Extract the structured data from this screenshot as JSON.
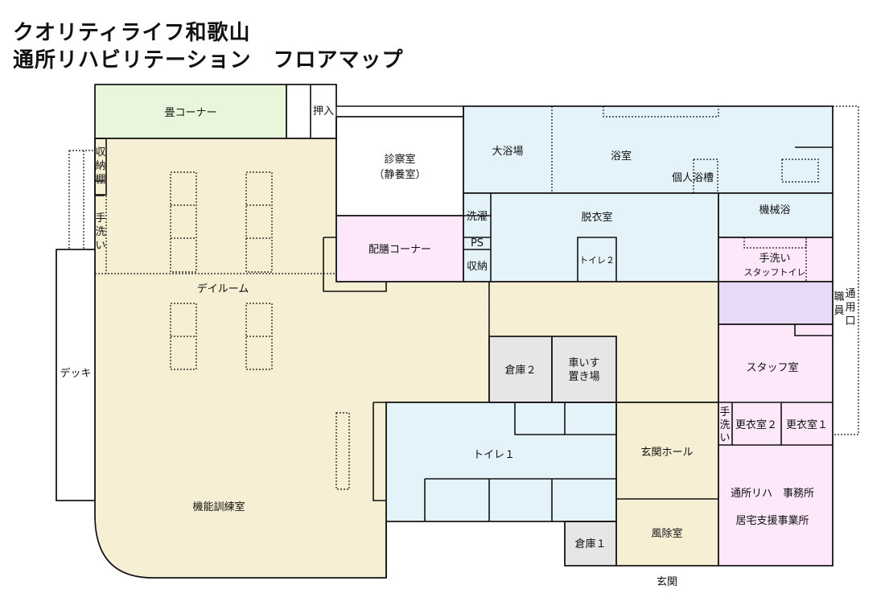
{
  "title_line1": "クオリティライフ和歌山",
  "title_line2": "通所リハビリテーション　フロアマップ",
  "colors": {
    "tatami": "#eaf6dc",
    "dayroom": "#f6efd3",
    "bath": "#e4f2fa",
    "pink": "#fde7fa",
    "purple": "#e8d9f6",
    "storage": "#e6e6e6",
    "white": "#ffffff"
  },
  "rooms": {
    "tatami": "畳コーナー",
    "oshiire": "押入",
    "shuno_dana": "収納棚",
    "tearai_left": "手洗い",
    "day_room": "デイルーム",
    "deck": "デッキ",
    "kinou": "機能訓練室",
    "shinsatsu": "診察室",
    "seiyo": "（静養室）",
    "haizen": "配膳コーナー",
    "oyokujo": "大浴場",
    "yokushitsu": "浴室",
    "kojin_yokuso": "個人浴槽",
    "kikai_yoku": "機械浴",
    "sentaku": "洗濯",
    "ps": "PS",
    "shuno": "収納",
    "datsuishitsu": "脱衣室",
    "toilet2": "トイレ２",
    "tearai": "手洗い",
    "staff_toilet": "スタッフトイレ",
    "shokuin": "職員",
    "tsuyoguchi": "通用口",
    "souko2": "倉庫２",
    "kurumaisu_1": "車いす",
    "kurumaisu_2": "置き場",
    "staff_room": "スタッフ室",
    "tearai_small": "手洗い",
    "kouishitsu2": "更衣室２",
    "kouishitsu1": "更衣室１",
    "toilet1": "トイレ１",
    "genkan_hall": "玄関ホール",
    "tsusho_1": "通所リハ　事務所",
    "tsusho_2": "居宅支援事業所",
    "souko1": "倉庫１",
    "fujoshitsu": "風除室",
    "genkan": "玄関"
  }
}
